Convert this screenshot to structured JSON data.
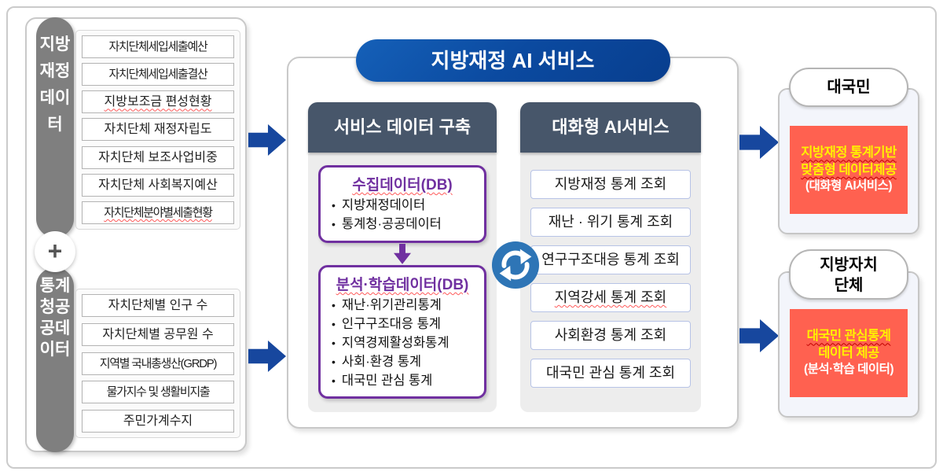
{
  "left_panel": {
    "bar_top": "지방재정데이터",
    "plus": "+",
    "bar_bottom": "통계청공공데이터",
    "group1": {
      "items": [
        "자치단체세입세출예산",
        "자치단체세입세출결산",
        "지방보조금 편성현황",
        "자치단체 재정자립도",
        "자치단체 보조사업비중",
        "자치단체 사회복지예산",
        "자치단체분야별세출현황"
      ]
    },
    "group2": {
      "items": [
        "자치단체별 인구 수",
        "자치단체별 공무원 수",
        "지역별 국내총생산(GRDP)",
        "물가지수 및 생활비지출",
        "주민가계수지"
      ]
    }
  },
  "center": {
    "title": "지방재정 AI 서비스",
    "col1": {
      "header": "서비스 데이터 구축",
      "box1": {
        "title": "수집데이터(DB)",
        "bullets": [
          "지방재정데이터",
          "통계청·공공데이터"
        ]
      },
      "box2": {
        "title": "분석·학습데이터(DB)",
        "bullets": [
          "재난·위기관리통계",
          "인구구조대응 통계",
          "지역경제활성화통계",
          "사회·환경 통계",
          "대국민 관심 통계"
        ]
      }
    },
    "col2": {
      "header": "대화형 AI서비스",
      "items": [
        "지방재정 통계 조회",
        "재난 · 위기 통계 조회",
        "연구구조대응 통계 조회",
        "지역강세 통계 조회",
        "사회환경 통계 조회",
        "대국민 관심 통계 조회"
      ]
    }
  },
  "right": {
    "card1": {
      "pill": "대국민",
      "lines": [
        "지방재정 통계기반",
        "맞춤형 데이터제공",
        "(대화형 AI서비스)"
      ]
    },
    "card2": {
      "pill_lines": [
        "지방자치",
        "단체"
      ],
      "lines": [
        "대국민 관심통계",
        "데이터 제공",
        "(분석·학습 데이터)"
      ]
    }
  },
  "icons": {
    "sync": "circular-arrows",
    "plus": "plus-sign",
    "flow_arrow": "right-arrow",
    "db_flow_arrow": "down-arrow"
  },
  "colors": {
    "title_blue": "#0B4AA2",
    "arrow_blue": "#17479E",
    "header_slate": "#47566A",
    "accent_purple": "#7030A0",
    "highlight_orange": "#FF6150",
    "highlight_yellow": "#FFF000",
    "bar_gray": "#7F7F7F",
    "sync_blue": "#2E75B6"
  }
}
